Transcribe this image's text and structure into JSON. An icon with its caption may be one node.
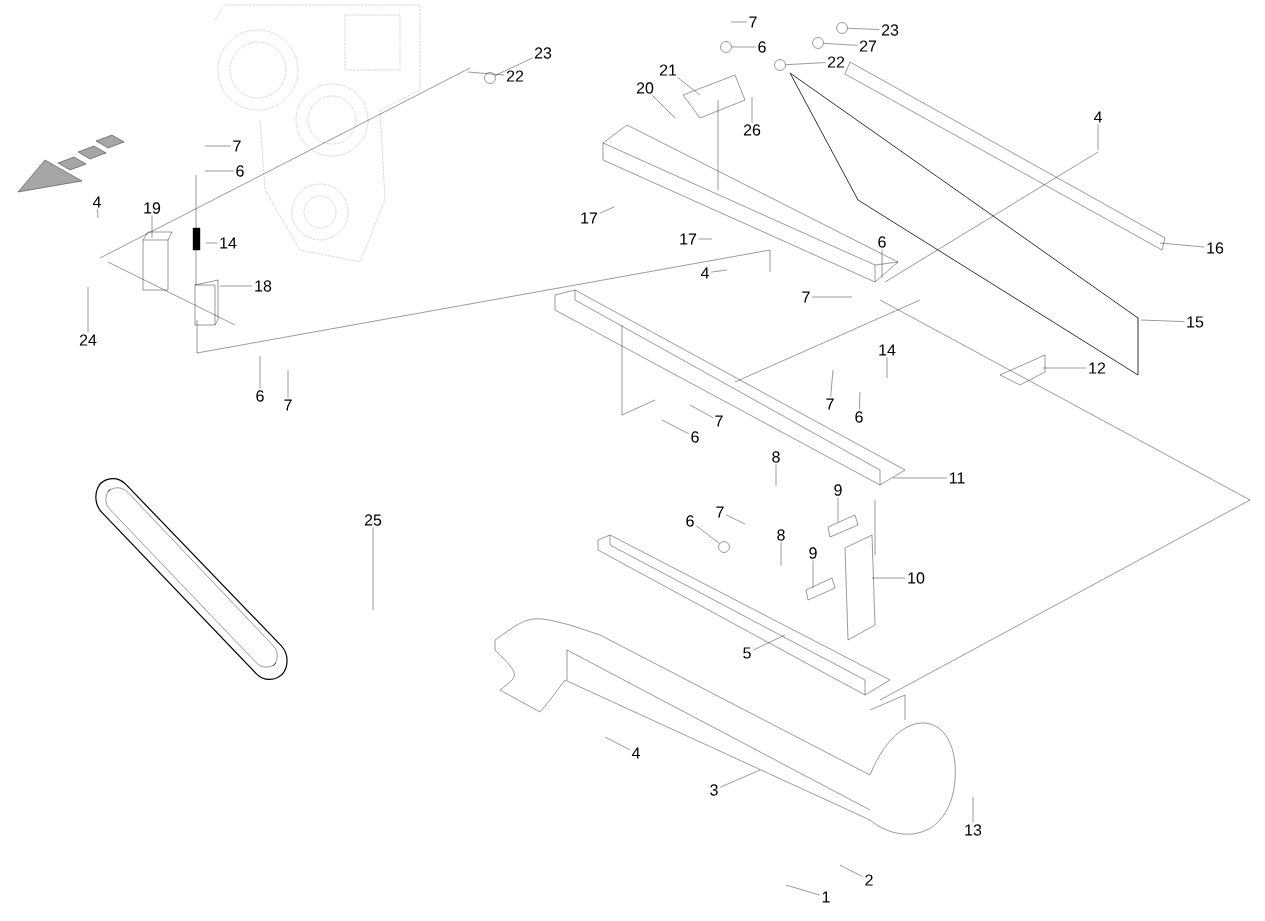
{
  "diagram": {
    "nodes": [
      {
        "text": [
          "7"
        ]
      },
      {
        "text": [
          "23"
        ]
      },
      {
        "text": [
          "6"
        ]
      },
      {
        "text": [
          "27"
        ]
      },
      {
        "text": [
          "23"
        ]
      },
      {
        "text": [
          "22"
        ]
      },
      {
        "text": [
          "21"
        ]
      },
      {
        "text": [
          "22"
        ]
      },
      {
        "text": [
          "20"
        ]
      },
      {
        "text": [
          "4"
        ]
      },
      {
        "text": [
          "26"
        ]
      },
      {
        "text": [
          "7"
        ]
      },
      {
        "text": [
          "6"
        ]
      },
      {
        "text": [
          "4"
        ]
      },
      {
        "text": [
          "19"
        ]
      },
      {
        "text": [
          "17"
        ]
      },
      {
        "text": [
          "17"
        ]
      },
      {
        "text": [
          "14"
        ]
      },
      {
        "text": [
          "16"
        ]
      },
      {
        "text": [
          "6"
        ]
      },
      {
        "text": [
          "4"
        ]
      },
      {
        "text": [
          "18"
        ]
      },
      {
        "text": [
          "7"
        ]
      },
      {
        "text": [
          "15"
        ]
      },
      {
        "text": [
          "24"
        ]
      },
      {
        "text": [
          "14"
        ]
      },
      {
        "text": [
          "12"
        ]
      },
      {
        "text": [
          "6"
        ]
      },
      {
        "text": [
          "7"
        ]
      },
      {
        "text": [
          "7"
        ]
      },
      {
        "text": [
          "6"
        ]
      },
      {
        "text": [
          "7"
        ]
      },
      {
        "text": [
          "6"
        ]
      },
      {
        "text": [
          "8"
        ]
      },
      {
        "text": [
          "11"
        ]
      },
      {
        "text": [
          "9"
        ]
      },
      {
        "text": [
          "6"
        ]
      },
      {
        "text": [
          "7"
        ]
      },
      {
        "text": [
          "8"
        ]
      },
      {
        "text": [
          "9"
        ]
      },
      {
        "text": [
          "10"
        ]
      },
      {
        "text": [
          "25"
        ]
      },
      {
        "text": [
          "5"
        ]
      },
      {
        "text": [
          "4"
        ]
      },
      {
        "text": [
          "3"
        ]
      },
      {
        "text": [
          "13"
        ]
      },
      {
        "text": [
          "2"
        ]
      },
      {
        "text": [
          "1"
        ]
      },
      {
        "text": [],
        "shape": "circle"
      },
      {
        "text": [],
        "shape": "circle"
      },
      {
        "text": [],
        "shape": "circle"
      },
      {
        "text": [],
        "shape": "circle"
      },
      {
        "text": [],
        "shape": "circle"
      },
      {
        "text": [],
        "shape": "circle"
      }
    ],
    "edges": [
      {
        "from": 0,
        "to": null,
        "arrow": "none"
      },
      {
        "from": 1,
        "to": 53,
        "arrow": "none"
      },
      {
        "from": 2,
        "to": 50,
        "arrow": "none"
      },
      {
        "from": 3,
        "to": 52,
        "arrow": "none"
      },
      {
        "from": 4,
        "to": 48,
        "arrow": "none"
      },
      {
        "from": 5,
        "to": 51,
        "arrow": "none"
      },
      {
        "from": 6,
        "to": null,
        "arrow": "none"
      },
      {
        "from": 7,
        "to": null,
        "arrow": "none"
      },
      {
        "from": 8,
        "to": null,
        "arrow": "none"
      },
      {
        "from": 9,
        "to": null,
        "arrow": "none"
      },
      {
        "from": 10,
        "to": null,
        "arrow": "none"
      },
      {
        "from": 11,
        "to": null,
        "arrow": "none"
      },
      {
        "from": 12,
        "to": null,
        "arrow": "none"
      },
      {
        "from": 13,
        "to": null,
        "arrow": "none"
      },
      {
        "from": 14,
        "to": null,
        "arrow": "none"
      },
      {
        "from": 15,
        "to": null,
        "arrow": "none"
      },
      {
        "from": 16,
        "to": null,
        "arrow": "none"
      },
      {
        "from": 17,
        "to": null,
        "arrow": "none"
      },
      {
        "from": 18,
        "to": null,
        "arrow": "none"
      },
      {
        "from": 19,
        "to": null,
        "arrow": "none"
      },
      {
        "from": 20,
        "to": null,
        "arrow": "none"
      },
      {
        "from": 21,
        "to": null,
        "arrow": "none"
      },
      {
        "from": 22,
        "to": null,
        "arrow": "none"
      },
      {
        "from": 23,
        "to": null,
        "arrow": "none"
      },
      {
        "from": 24,
        "to": null,
        "arrow": "none"
      },
      {
        "from": 25,
        "to": null,
        "arrow": "none"
      },
      {
        "from": 26,
        "to": null,
        "arrow": "none"
      },
      {
        "from": 27,
        "to": null,
        "arrow": "none"
      },
      {
        "from": 28,
        "to": null,
        "arrow": "none"
      },
      {
        "from": 29,
        "to": null,
        "arrow": "none"
      },
      {
        "from": 30,
        "to": null,
        "arrow": "none"
      },
      {
        "from": 31,
        "to": null,
        "arrow": "none"
      },
      {
        "from": 32,
        "to": null,
        "arrow": "none"
      },
      {
        "from": 33,
        "to": null,
        "arrow": "none"
      },
      {
        "from": 34,
        "to": null,
        "arrow": "none"
      },
      {
        "from": 35,
        "to": null,
        "arrow": "none"
      },
      {
        "from": 36,
        "to": 49,
        "arrow": "none"
      },
      {
        "from": 37,
        "to": null,
        "arrow": "none"
      },
      {
        "from": 38,
        "to": null,
        "arrow": "none"
      },
      {
        "from": 39,
        "to": null,
        "arrow": "none"
      },
      {
        "from": 40,
        "to": null,
        "arrow": "none"
      },
      {
        "from": 41,
        "to": null,
        "arrow": "none"
      },
      {
        "from": 42,
        "to": null,
        "arrow": "none"
      },
      {
        "from": 43,
        "to": null,
        "arrow": "none"
      },
      {
        "from": 44,
        "to": null,
        "arrow": "none"
      },
      {
        "from": 45,
        "to": null,
        "arrow": "none"
      },
      {
        "from": 46,
        "to": null,
        "arrow": "none"
      },
      {
        "from": 47,
        "to": null,
        "arrow": "none"
      }
    ]
  }
}
